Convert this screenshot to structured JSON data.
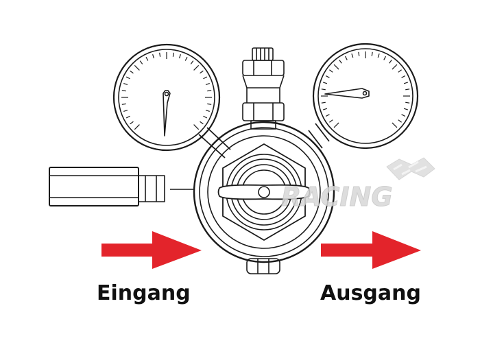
{
  "labels": {
    "inlet": "Eingang",
    "outlet": "Ausgang"
  },
  "watermark": {
    "text": "RACING"
  },
  "colors": {
    "line": "#1a1a1a",
    "arrow": "#e3242b",
    "watermark": "#d9d9d9"
  },
  "gauges": [
    {
      "name": "inlet-pressure-gauge",
      "needle": "pointing down"
    },
    {
      "name": "outlet-pressure-gauge",
      "needle": "pointing left"
    }
  ]
}
